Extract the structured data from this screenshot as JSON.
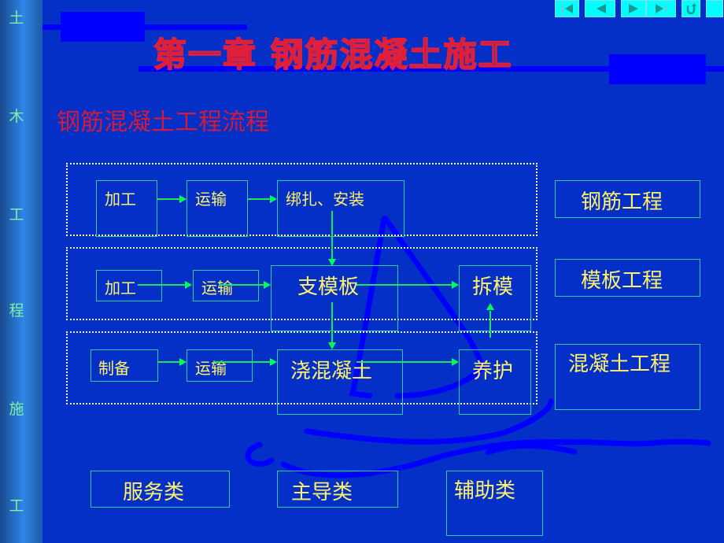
{
  "sidebar": {
    "chars": [
      "土",
      "木",
      "工",
      "程",
      "施",
      "工"
    ]
  },
  "header": {
    "title": "第一章  钢筋混凝土施工",
    "subtitle": "钢筋混凝土工程流程"
  },
  "nav": {
    "buttons": [
      {
        "name": "first-slide",
        "icon": "skip-start-icon"
      },
      {
        "name": "previous-slide",
        "icon": "triangle-left-icon"
      },
      {
        "name": "next-slide",
        "icon": "triangle-right-icon"
      },
      {
        "name": "last-slide",
        "icon": "skip-end-icon"
      },
      {
        "name": "return",
        "icon": "return-icon"
      },
      {
        "name": "blank",
        "icon": "blank"
      }
    ]
  },
  "flow": {
    "rebar": {
      "process": "加工",
      "transport": "运输",
      "install": "绑扎、安装",
      "label": "钢筋工程"
    },
    "formwork": {
      "process": "加工",
      "transport": "运输",
      "erect": "支模板",
      "strip": "拆模",
      "label": "模板工程"
    },
    "concrete": {
      "prepare": "制备",
      "transport": "运输",
      "pour": "浇混凝土",
      "cure": "养护",
      "label": "混凝土工程"
    }
  },
  "legend": {
    "service": "服务类",
    "main": "主导类",
    "auxiliary": "辅助类"
  },
  "colors": {
    "background": "#0530c8",
    "title_stroke": "#e0203a",
    "subtitle": "#d41a3a",
    "box_text": "#fff26a",
    "box_border": "#2ecc9a",
    "arrow": "#00ff55",
    "nav_button": "#00ffff"
  }
}
